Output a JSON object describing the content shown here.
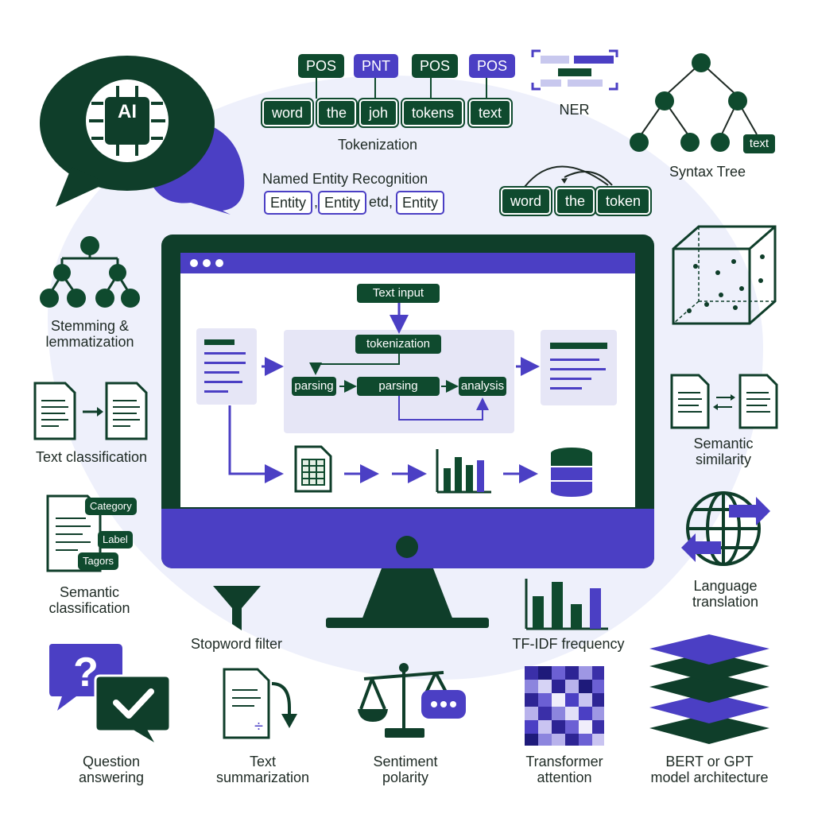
{
  "pos_tags": [
    {
      "text": "POS",
      "style": "g"
    },
    {
      "text": "PNT",
      "style": "p"
    },
    {
      "text": "POS",
      "style": "g"
    },
    {
      "text": "POS",
      "style": "p"
    }
  ],
  "tokens": [
    "word",
    "the",
    "joh",
    "tokens",
    "text"
  ],
  "tokenization_label": "Tokenization",
  "ner_label": "NER",
  "syntax_tree": {
    "leaf": "text",
    "label": "Syntax Tree"
  },
  "ner_section": {
    "title": "Named Entity Recognition",
    "entity1": "Entity",
    "sep1": ",",
    "entity2": "Entity",
    "sep2": "etd,",
    "entity3": "Entity"
  },
  "dependency_tokens": [
    "word",
    "the",
    "token"
  ],
  "ai_badge": "AI",
  "screen": {
    "text_input": "Text input",
    "tokenization": "tokenization",
    "parsing1": "parsing",
    "parsing2": "parsing",
    "analysis": "analysis"
  },
  "left_labels": {
    "stemming": "Stemming &\nlemmatization",
    "text_classification": "Text classification",
    "semantic_classification": "Semantic\nclassification",
    "tags": [
      "Category",
      "Label",
      "Tagors"
    ]
  },
  "right_labels": {
    "semantic_similarity": "Semantic\nsimilarity",
    "language_translation": "Language\ntranslation"
  },
  "middle_labels": {
    "stopword": "Stopword filter",
    "tfidf": "TF-IDF frequency"
  },
  "bottom_labels": {
    "qa": "Question\nanswering",
    "summarization": "Text\nsummarization",
    "sentiment": "Sentiment\npolarity",
    "transformer": "Transformer\nattention",
    "bert": "BERT or GPT\nmodel architecture"
  },
  "colors": {
    "green": "#0f4a2e",
    "purple": "#4b3fc4",
    "lavender": "#eef0fb"
  }
}
